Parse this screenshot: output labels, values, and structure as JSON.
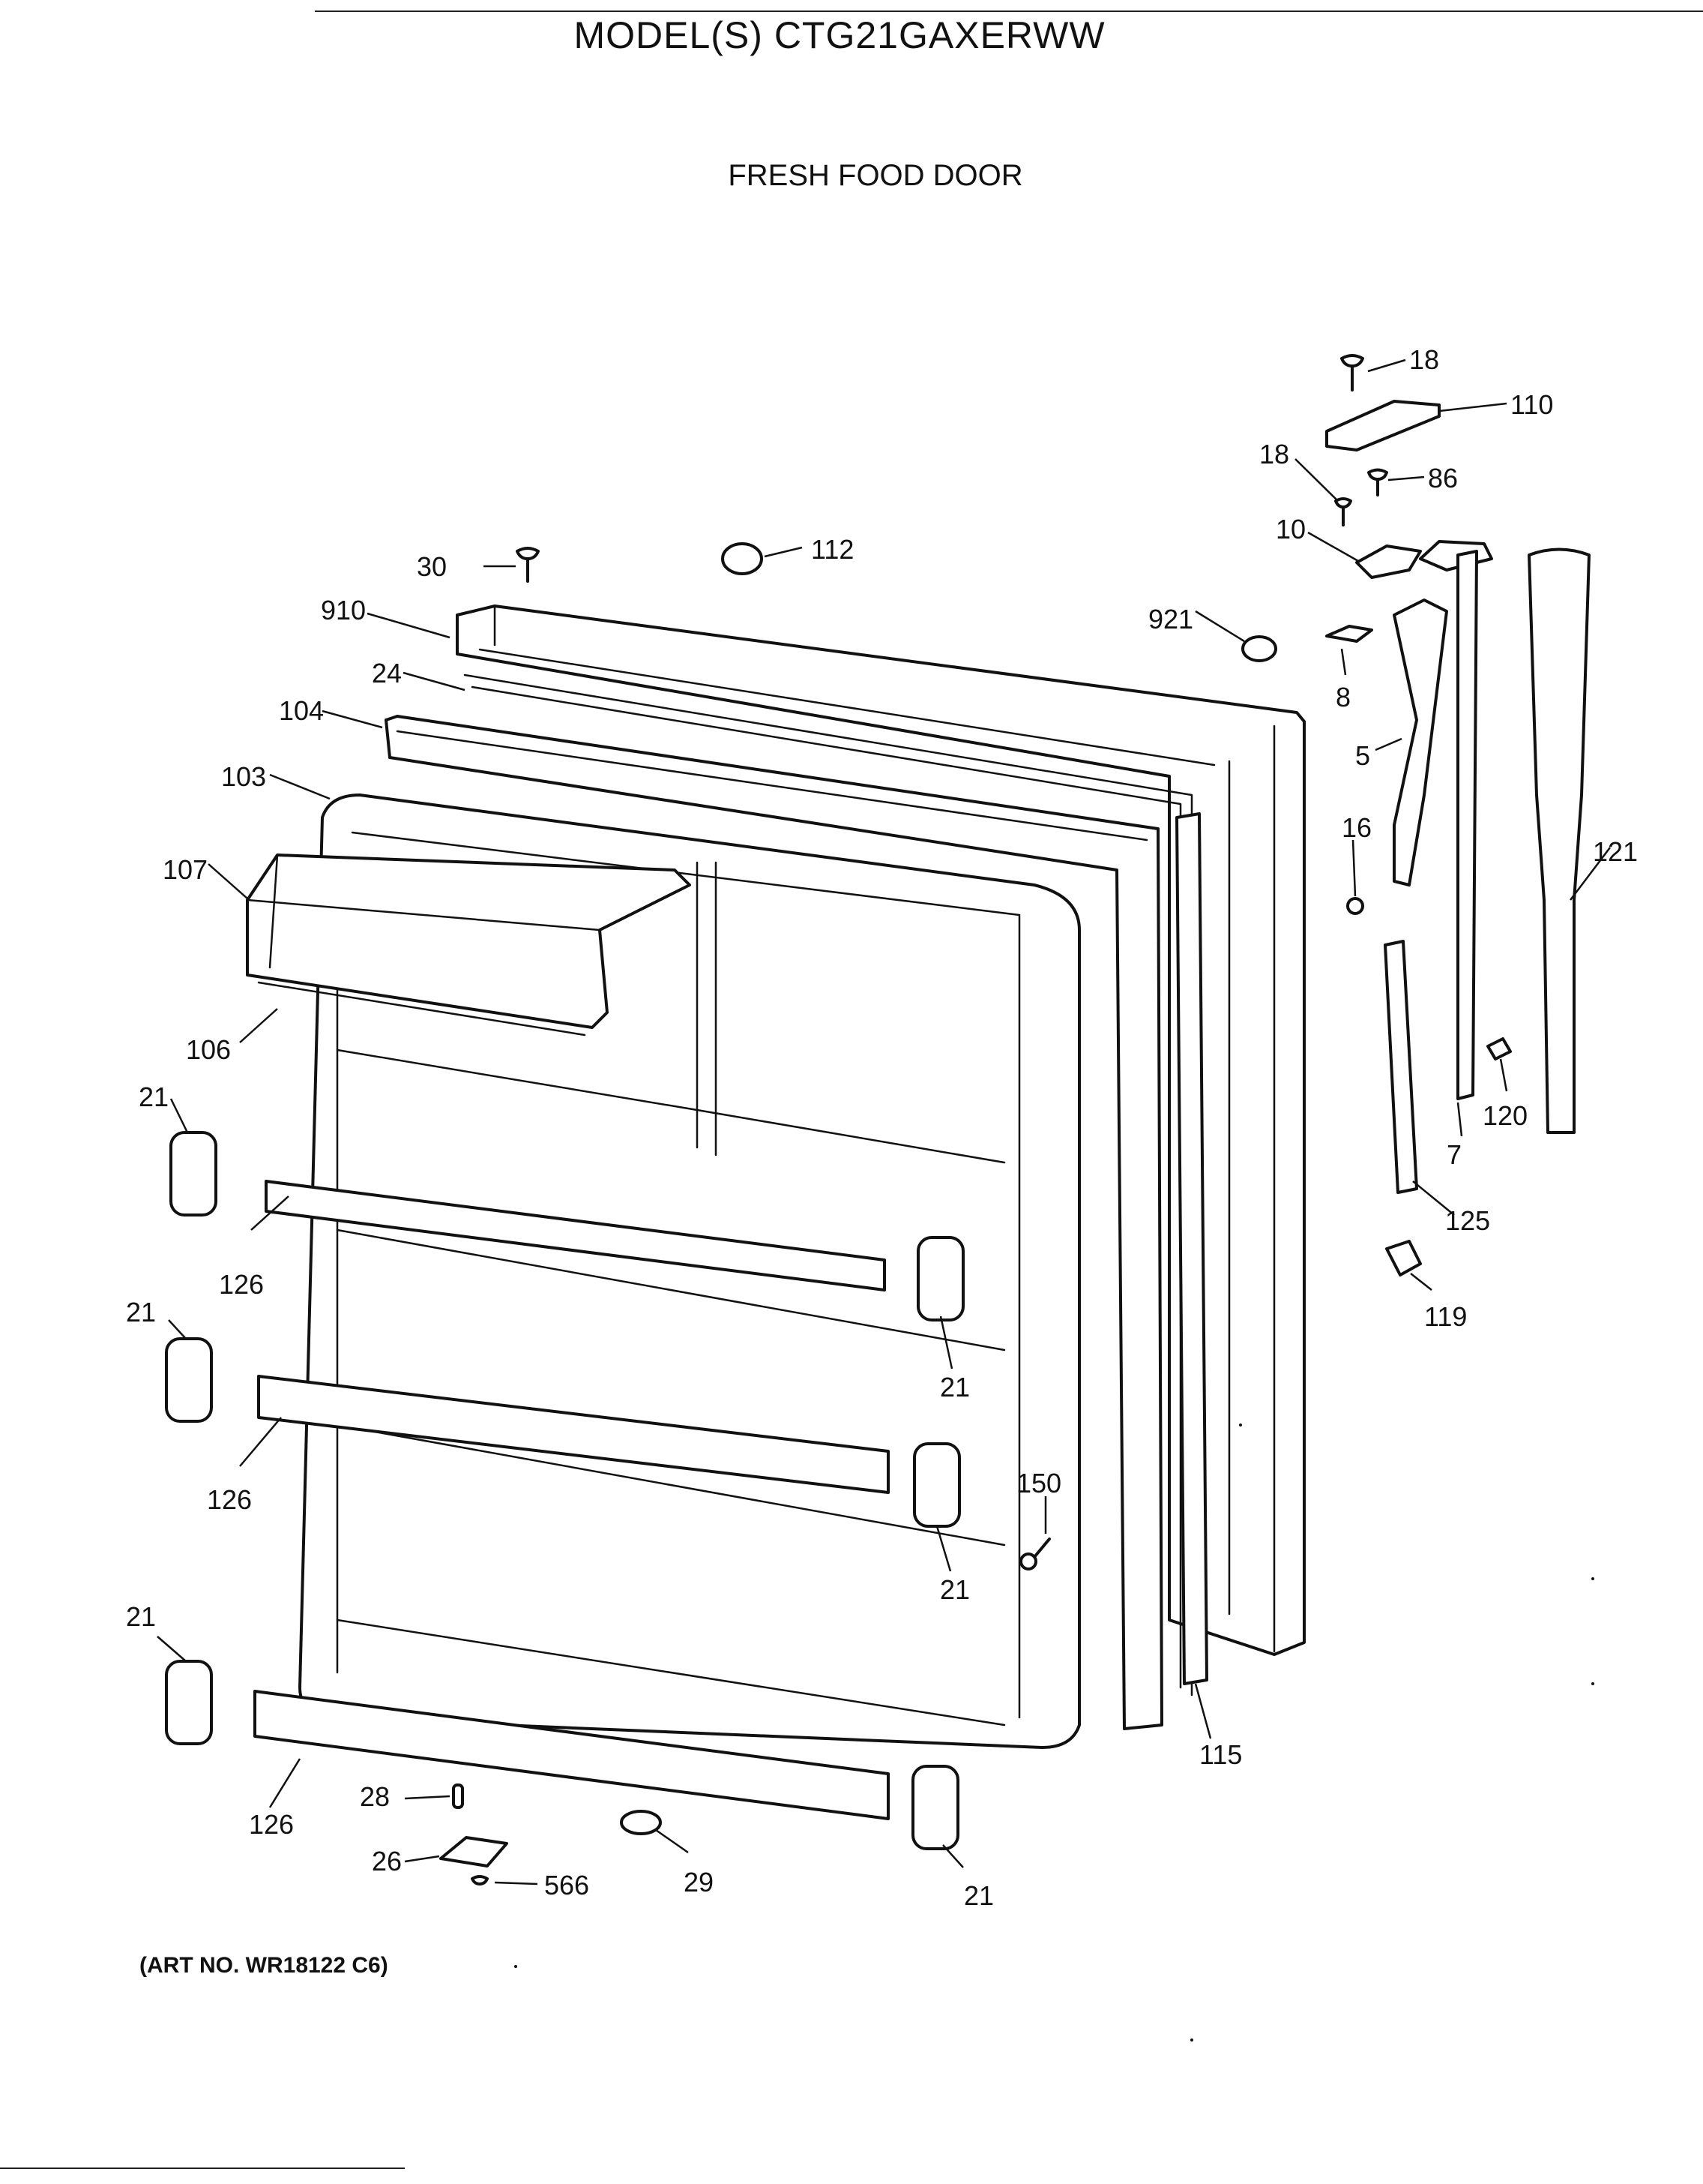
{
  "header": {
    "title": "MODEL(S) CTG21GAXERWW",
    "subtitle": "FRESH FOOD DOOR"
  },
  "footer": {
    "art_number": "(ART NO. WR18122 C6)"
  },
  "callouts": {
    "c18a": "18",
    "c110": "110",
    "c18b": "18",
    "c86": "86",
    "c10": "10",
    "c30": "30",
    "c112": "112",
    "c910": "910",
    "c921": "921",
    "c8": "8",
    "c24": "24",
    "c104": "104",
    "c5": "5",
    "c103": "103",
    "c16": "16",
    "c121": "121",
    "c107": "107",
    "c106": "106",
    "c21a": "21",
    "c120": "120",
    "c7": "7",
    "c126a": "126",
    "c125": "125",
    "c119": "119",
    "c21b": "21",
    "c21c": "21",
    "c126b": "126",
    "c150": "150",
    "c21d": "21",
    "c21e": "21",
    "c115": "115",
    "c28": "28",
    "c126c": "126",
    "c26": "26",
    "c566": "566",
    "c29": "29",
    "c21f": "21"
  }
}
